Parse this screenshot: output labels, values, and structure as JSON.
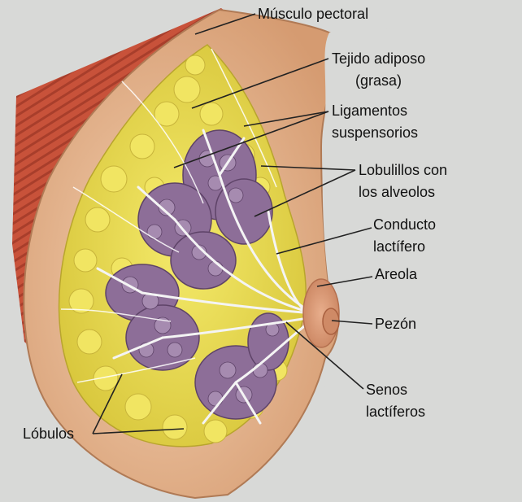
{
  "labels": {
    "musculo_pectoral": [
      "Músculo pectoral"
    ],
    "tejido_adiposo": [
      "Tejido adiposo",
      "(grasa)"
    ],
    "ligamentos": [
      "Ligamentos",
      "suspensorios"
    ],
    "lobulillos": [
      "Lobulillos con",
      "los alveolos"
    ],
    "conducto": [
      "Conducto",
      "lactífero"
    ],
    "areola": [
      "Areola"
    ],
    "pezon": [
      "Pezón"
    ],
    "senos": [
      "Senos",
      "lactíferos"
    ],
    "lobulos": [
      "Lóbulos"
    ]
  },
  "colors": {
    "background": "#d8d9d7",
    "muscle": "#c8523a",
    "skin": "#e9b98f",
    "fat": "#e8dc4a",
    "lobule": "#8d6e98",
    "duct": "#f2f2f2",
    "areola": "#d99a78",
    "leader": "#222222"
  }
}
